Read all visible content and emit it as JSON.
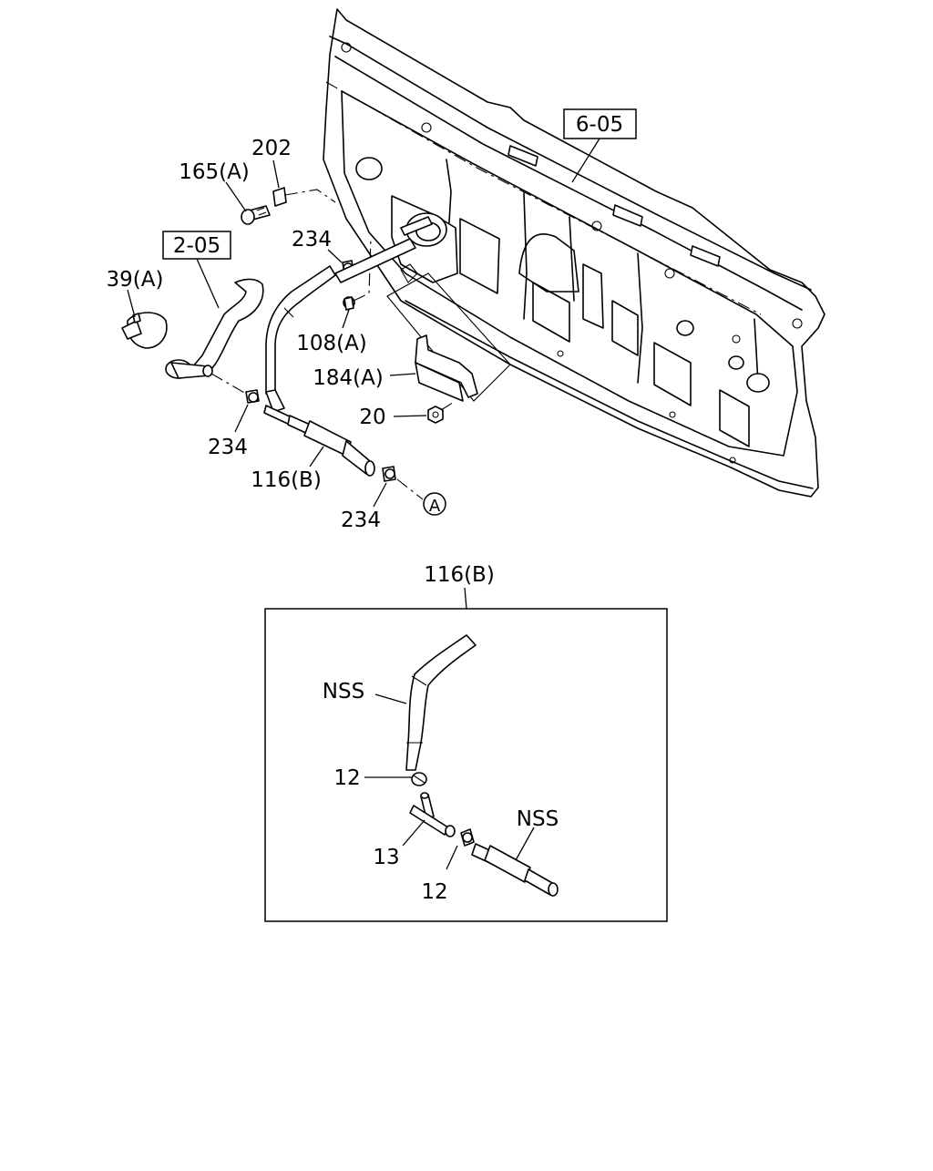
{
  "upper_view": {
    "callouts": {
      "ref_6_05": "6-05",
      "ref_2_05": "2-05",
      "p202": "202",
      "p165a": "165(A)",
      "p39a": "39(A)",
      "p234_top": "234",
      "p108a": "108(A)",
      "p184a": "184(A)",
      "p20": "20",
      "p234_left": "234",
      "p116b": "116(B)",
      "p234_bottom": "234",
      "ref_a": "A"
    }
  },
  "detail_view": {
    "title": "116(B)",
    "callouts": {
      "nss_hose": "NSS",
      "p12_upper": "12",
      "p13": "13",
      "p12_lower": "12",
      "nss_pipe": "NSS"
    }
  }
}
